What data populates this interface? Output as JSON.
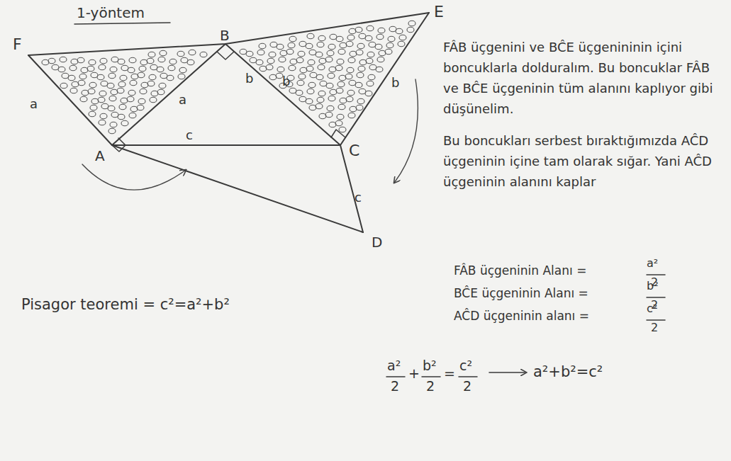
{
  "diagram": {
    "title": "1-yöntem",
    "labels": [
      "F",
      "B",
      "E",
      "A",
      "C",
      "D",
      "a",
      "a",
      "b",
      "b",
      "b",
      "c",
      "c",
      "FÂB üçgenini ve BĈE üçgenininin içini boncuklarla dolduralım. Bu boncuklar FÂB ve BĈE üçgeninin tüm alanını kaplıyor gibi düşünelim.",
      "Bu boncukları serbest bıraktığımızda AĈD üçgeninin içine tam olarak sığar. Yani AĈD üçgeninin alanını kaplar",
      "FÂB üçgeninin Alanı =",
      "a²",
      "2",
      "BĈE üçgeninin Alanı =",
      "b²",
      "2",
      "AĈD üçgeninin alanı =",
      "c²",
      "2",
      "a²",
      "2",
      "+",
      "b²",
      "2",
      "=",
      "c²",
      "2",
      "a²+b²=c²",
      "Pisagor teoremi = c²=a²+b²"
    ]
  }
}
